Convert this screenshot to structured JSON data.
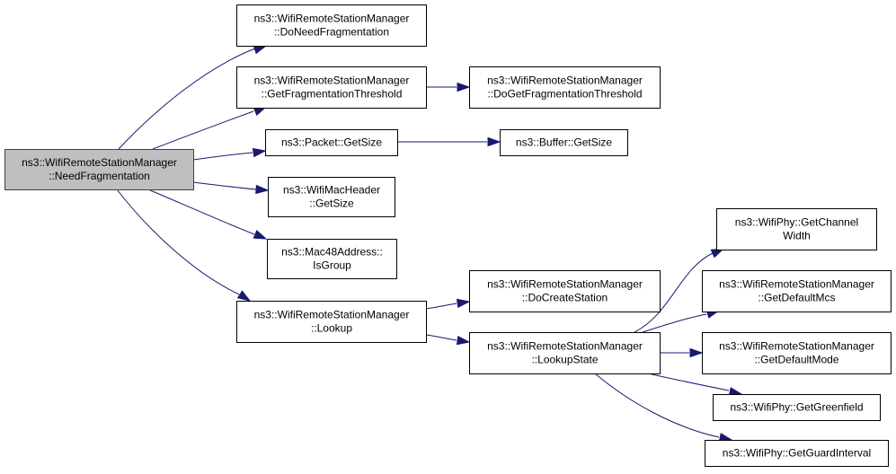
{
  "diagram": {
    "type": "call-graph",
    "edge_color": "#191970",
    "root_fill": "#bfbfbf",
    "nodes": [
      {
        "id": "need_frag",
        "lines": [
          "ns3::WifiRemoteStationManager",
          "::NeedFragmentation"
        ],
        "current": true
      },
      {
        "id": "do_need_frag",
        "lines": [
          "ns3::WifiRemoteStationManager",
          "::DoNeedFragmentation"
        ]
      },
      {
        "id": "get_frag_thresh",
        "lines": [
          "ns3::WifiRemoteStationManager",
          "::GetFragmentationThreshold"
        ]
      },
      {
        "id": "do_get_frag_thresh",
        "lines": [
          "ns3::WifiRemoteStationManager",
          "::DoGetFragmentationThreshold"
        ]
      },
      {
        "id": "packet_getsize",
        "lines": [
          "ns3::Packet::GetSize"
        ]
      },
      {
        "id": "buffer_getsize",
        "lines": [
          "ns3::Buffer::GetSize"
        ]
      },
      {
        "id": "machdr_getsize",
        "lines": [
          "ns3::WifiMacHeader",
          "::GetSize"
        ]
      },
      {
        "id": "mac48_isgroup",
        "lines": [
          "ns3::Mac48Address::",
          "IsGroup"
        ]
      },
      {
        "id": "lookup",
        "lines": [
          "ns3::WifiRemoteStationManager",
          "::Lookup"
        ]
      },
      {
        "id": "do_create_station",
        "lines": [
          "ns3::WifiRemoteStationManager",
          "::DoCreateStation"
        ]
      },
      {
        "id": "lookup_state",
        "lines": [
          "ns3::WifiRemoteStationManager",
          "::LookupState"
        ]
      },
      {
        "id": "channel_width",
        "lines": [
          "ns3::WifiPhy::GetChannel",
          "Width"
        ]
      },
      {
        "id": "default_mcs",
        "lines": [
          "ns3::WifiRemoteStationManager",
          "::GetDefaultMcs"
        ]
      },
      {
        "id": "default_mode",
        "lines": [
          "ns3::WifiRemoteStationManager",
          "::GetDefaultMode"
        ]
      },
      {
        "id": "greenfield",
        "lines": [
          "ns3::WifiPhy::GetGreenfield"
        ]
      },
      {
        "id": "guard_interval",
        "lines": [
          "ns3::WifiPhy::GetGuardInterval"
        ]
      }
    ],
    "edges": [
      {
        "from": "need_frag",
        "to": "do_need_frag"
      },
      {
        "from": "need_frag",
        "to": "get_frag_thresh"
      },
      {
        "from": "need_frag",
        "to": "packet_getsize"
      },
      {
        "from": "need_frag",
        "to": "machdr_getsize"
      },
      {
        "from": "need_frag",
        "to": "mac48_isgroup"
      },
      {
        "from": "need_frag",
        "to": "lookup"
      },
      {
        "from": "get_frag_thresh",
        "to": "do_get_frag_thresh"
      },
      {
        "from": "packet_getsize",
        "to": "buffer_getsize"
      },
      {
        "from": "lookup",
        "to": "do_create_station"
      },
      {
        "from": "lookup",
        "to": "lookup_state"
      },
      {
        "from": "lookup_state",
        "to": "channel_width"
      },
      {
        "from": "lookup_state",
        "to": "default_mcs"
      },
      {
        "from": "lookup_state",
        "to": "default_mode"
      },
      {
        "from": "lookup_state",
        "to": "greenfield"
      },
      {
        "from": "lookup_state",
        "to": "guard_interval"
      }
    ]
  }
}
